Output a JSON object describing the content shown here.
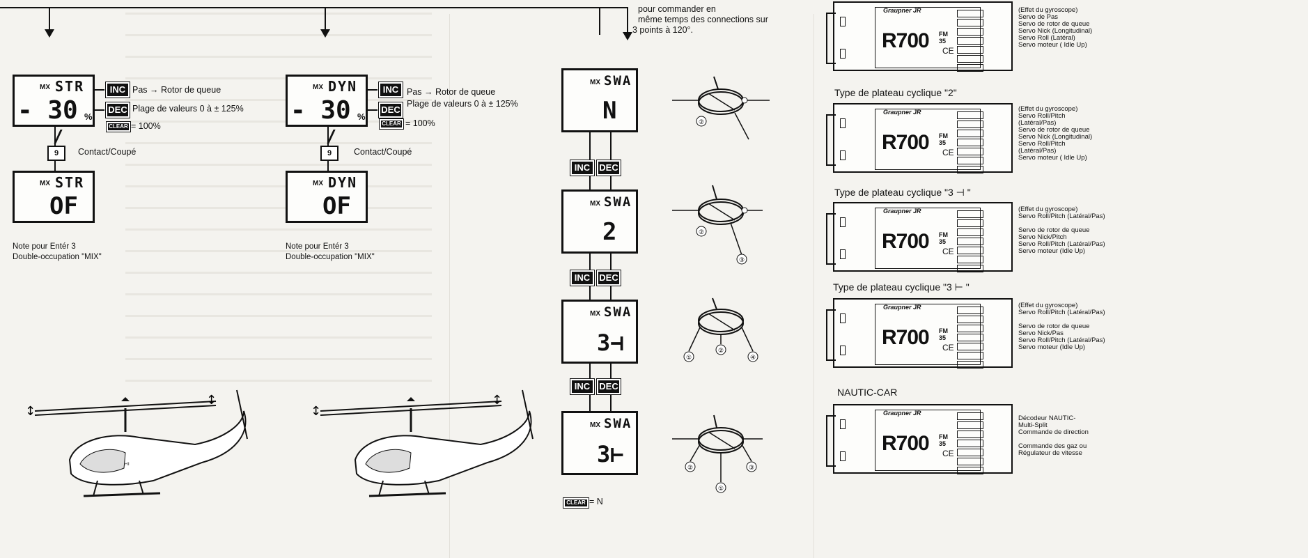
{
  "top_text": {
    "line1": "pour commander en",
    "line2": "même temps des connections sur",
    "line3": "3 points à 120°."
  },
  "keys": {
    "inc": "INC",
    "dec": "DEC",
    "clear": "CLEAR"
  },
  "panel_str": {
    "mx": "MX",
    "code": "STR",
    "value": "- 30",
    "percent": "%",
    "off_value": "OF",
    "inc_text": "Pas → Rotor de queue",
    "dec_text": "Plage de valeurs 0 à ± 125%",
    "clear_text": "= 100%",
    "switch_num": "9",
    "switch_text": "Contact/Coupé",
    "note1": "Note pour Entér 3",
    "note2": "Double-occupation \"MIX\""
  },
  "panel_dyn": {
    "mx": "MX",
    "code": "DYN",
    "value": "- 30",
    "percent": "%",
    "off_value": "OF",
    "inc_text": "Pas → Rotor de queue",
    "dec_text": "Plage de valeurs 0 à ± 125%",
    "clear_text": "= 100%",
    "switch_num": "9",
    "switch_text": "Contact/Coupé",
    "note1": "Note pour Entér 3",
    "note2": "Double-occupation \"MIX\""
  },
  "swash": {
    "mx": "MX",
    "code": "SWA",
    "states": [
      "N",
      "2",
      "3⊣",
      "3⊢"
    ],
    "clear_text": "= N"
  },
  "receivers": {
    "brand": "Graupner JR",
    "model": "R700",
    "fm": "FM",
    "band": "35",
    "ce": "CE",
    "items": [
      {
        "title": "",
        "labels": [
          "(Effet du gyroscope)",
          "Servo de Pas",
          "",
          "Servo de rotor de queue",
          "Servo Nick (Longitudinal)",
          "Servo Roll (Latéral)",
          "Servo moteur ( Idle Up)"
        ]
      },
      {
        "title": "Type de plateau cyclique \"2\"",
        "labels": [
          "(Effet du gyroscope)",
          "Servo Roll/Pitch",
          "(Latéral/Pas)",
          "Servo de rotor de queue",
          "Servo Nick (Longitudinal)",
          "Servo Roll/Pitch",
          "(Latéral/Pas)",
          "Servo moteur ( Idle Up)"
        ]
      },
      {
        "title": "Type de plateau cyclique \"3 ⊣ \"",
        "labels": [
          "(Effet du gyroscope)",
          "Servo Roll/Pitch (Latéral/Pas)",
          "Servo de rotor de queue",
          "Servo Nick/Pitch",
          "Servo Roll/Pitch (Latéral/Pas)",
          "Servo moteur (Idle Up)"
        ]
      },
      {
        "title": "Type de plateau cyclique \"3 ⊢ \"",
        "labels": [
          "(Effet du gyroscope)",
          "Servo Roll/Pitch (Latéral/Pas)",
          "Servo de rotor de queue",
          "Servo Nick/Pas",
          "Servo Roll/Pitch (Latéral/Pas)",
          "Servo moteur (Idle Up)"
        ]
      },
      {
        "title": "NAUTIC-CAR",
        "labels": [
          "Décodeur NAUTIC-",
          "Multi-Split",
          "Commande de direction",
          "Commande des gaz ou",
          "Régulateur de vitesse"
        ]
      }
    ]
  },
  "circle_labels": [
    "②",
    "②",
    "③",
    "①",
    "②",
    "④",
    "②",
    "③",
    "①"
  ]
}
